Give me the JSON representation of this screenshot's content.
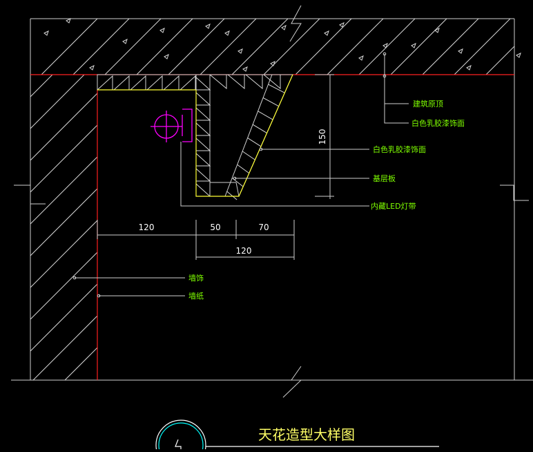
{
  "title": "天花造型大样图",
  "dimensions": {
    "d120_left": "120",
    "d50": "50",
    "d70": "70",
    "d120_bottom": "120",
    "d150": "150"
  },
  "labels": {
    "building_slab": "建筑原顶",
    "white_latex_paint_1": "白色乳胶漆饰面",
    "white_latex_paint_2": "白色乳胶漆饰面",
    "base_board": "基层板",
    "led_strip": "内藏LED灯带",
    "wall_finish": "墙饰",
    "wallpaper": "墙纸"
  },
  "colors": {
    "background": "#000000",
    "line_red": "#ff2020",
    "line_yellow": "#ffff33",
    "lamp_magenta": "#ff00ff",
    "label_green": "#7fff00",
    "title_yellow": "#ffff66",
    "circle_cyan": "#00ffff"
  }
}
